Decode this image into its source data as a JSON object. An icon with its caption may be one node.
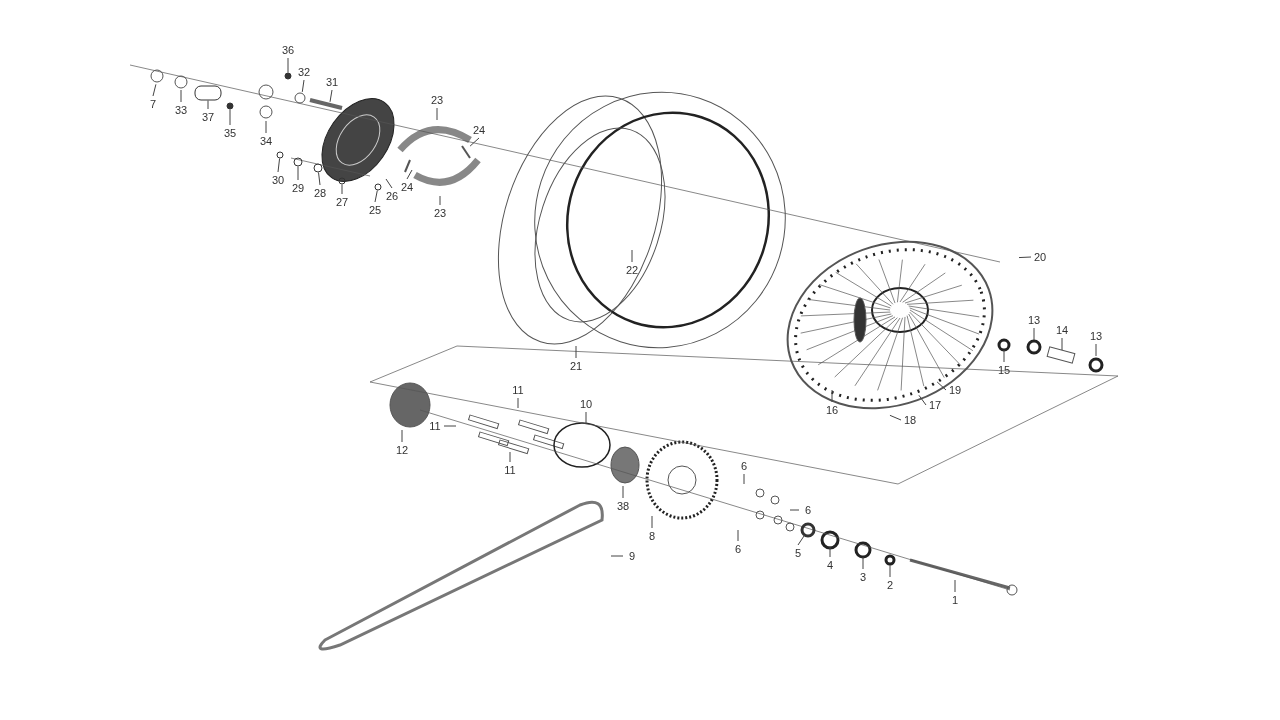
{
  "diagram": {
    "nodes": [
      {
        "text": [
          "36"
        ]
      },
      {
        "text": [
          "32"
        ]
      },
      {
        "text": [
          "31"
        ]
      },
      {
        "text": [
          "23"
        ]
      },
      {
        "text": [
          "7"
        ]
      },
      {
        "text": [
          "33"
        ]
      },
      {
        "text": [
          "37"
        ]
      },
      {
        "text": [
          "24"
        ]
      },
      {
        "text": [
          "35"
        ]
      },
      {
        "text": [
          "34"
        ]
      },
      {
        "text": [
          "30"
        ]
      },
      {
        "text": [
          "24"
        ]
      },
      {
        "text": [
          "29"
        ]
      },
      {
        "text": [
          "28"
        ]
      },
      {
        "text": [
          "26"
        ]
      },
      {
        "text": [
          "27"
        ]
      },
      {
        "text": [
          "25"
        ]
      },
      {
        "text": [
          "23"
        ]
      },
      {
        "text": [
          "20"
        ]
      },
      {
        "text": [
          "22"
        ]
      },
      {
        "text": [
          "13"
        ]
      },
      {
        "text": [
          "14"
        ]
      },
      {
        "text": [
          "13"
        ]
      },
      {
        "text": [
          "21"
        ]
      },
      {
        "text": [
          "15"
        ]
      },
      {
        "text": [
          "11"
        ]
      },
      {
        "text": [
          "19"
        ]
      },
      {
        "text": [
          "10"
        ]
      },
      {
        "text": [
          "17"
        ]
      },
      {
        "text": [
          "16"
        ]
      },
      {
        "text": [
          "18"
        ]
      },
      {
        "text": [
          "11"
        ]
      },
      {
        "text": [
          "12"
        ]
      },
      {
        "text": [
          "6"
        ]
      },
      {
        "text": [
          "11"
        ]
      },
      {
        "text": [
          "38"
        ]
      },
      {
        "text": [
          "6"
        ]
      },
      {
        "text": [
          "8"
        ]
      },
      {
        "text": [
          "6"
        ]
      },
      {
        "text": [
          "5"
        ]
      },
      {
        "text": [
          "9"
        ]
      },
      {
        "text": [
          "4"
        ]
      },
      {
        "text": [
          "3"
        ]
      },
      {
        "text": [
          "2"
        ]
      },
      {
        "text": [
          "1"
        ]
      },
      {
        "text": [],
        "shape": "circle"
      },
      {
        "text": [],
        "shape": "cylinder"
      },
      {
        "text": [],
        "shape": "circle"
      },
      {
        "text": [],
        "shape": "circle"
      },
      {
        "text": [],
        "shape": "circle"
      },
      {
        "text": [],
        "shape": "circle"
      },
      {
        "text": [],
        "shape": "circle"
      },
      {
        "text": [],
        "shape": "circle"
      },
      {
        "text": [],
        "shape": "circle"
      }
    ],
    "edges": [
      {
        "from": 0,
        "to": 45,
        "arrow": "none"
      },
      {
        "from": 1,
        "to": null,
        "arrow": "none"
      },
      {
        "from": 2,
        "to": null,
        "arrow": "none"
      },
      {
        "from": 3,
        "to": null,
        "arrow": "none"
      },
      {
        "from": 4,
        "to": null,
        "arrow": "none"
      },
      {
        "from": 5,
        "to": null,
        "arrow": "none"
      },
      {
        "from": 6,
        "to": 46,
        "arrow": "none"
      },
      {
        "from": 7,
        "to": null,
        "arrow": "none"
      },
      {
        "from": 8,
        "to": 47,
        "arrow": "none"
      },
      {
        "from": 9,
        "to": null,
        "arrow": "none"
      },
      {
        "from": 10,
        "to": 48,
        "arrow": "none"
      },
      {
        "from": 11,
        "to": null,
        "arrow": "none"
      },
      {
        "from": 12,
        "to": 49,
        "arrow": "none"
      },
      {
        "from": 13,
        "to": 50,
        "arrow": "none"
      },
      {
        "from": 14,
        "to": null,
        "arrow": "none"
      },
      {
        "from": 15,
        "to": 51,
        "arrow": "none"
      },
      {
        "from": 16,
        "to": 52,
        "arrow": "none"
      },
      {
        "from": 17,
        "to": null,
        "arrow": "none"
      },
      {
        "from": 18,
        "to": null,
        "arrow": "none"
      },
      {
        "from": 19,
        "to": null,
        "arrow": "none"
      },
      {
        "from": 20,
        "to": null,
        "arrow": "none"
      },
      {
        "from": 21,
        "to": null,
        "arrow": "none"
      },
      {
        "from": 22,
        "to": null,
        "arrow": "none"
      },
      {
        "from": 23,
        "to": null,
        "arrow": "none"
      },
      {
        "from": 24,
        "to": null,
        "arrow": "none"
      },
      {
        "from": 25,
        "to": null,
        "arrow": "none"
      },
      {
        "from": 26,
        "to": null,
        "arrow": "none"
      },
      {
        "from": 27,
        "to": null,
        "arrow": "none"
      },
      {
        "from": 28,
        "to": null,
        "arrow": "none"
      },
      {
        "from": 29,
        "to": null,
        "arrow": "none"
      },
      {
        "from": 30,
        "to": null,
        "arrow": "none"
      },
      {
        "from": 31,
        "to": null,
        "arrow": "none"
      },
      {
        "from": 32,
        "to": null,
        "arrow": "none"
      },
      {
        "from": 33,
        "to": null,
        "arrow": "none"
      },
      {
        "from": 34,
        "to": null,
        "arrow": "none"
      },
      {
        "from": 35,
        "to": null,
        "arrow": "none"
      },
      {
        "from": 36,
        "to": null,
        "arrow": "none"
      },
      {
        "from": 37,
        "to": null,
        "arrow": "none"
      },
      {
        "from": 38,
        "to": null,
        "arrow": "none"
      },
      {
        "from": 39,
        "to": 53,
        "arrow": "none"
      },
      {
        "from": 40,
        "to": null,
        "arrow": "none"
      },
      {
        "from": 41,
        "to": null,
        "arrow": "none"
      },
      {
        "from": 42,
        "to": null,
        "arrow": "none"
      },
      {
        "from": 43,
        "to": null,
        "arrow": "none"
      },
      {
        "from": 44,
        "to": null,
        "arrow": "none"
      }
    ]
  }
}
